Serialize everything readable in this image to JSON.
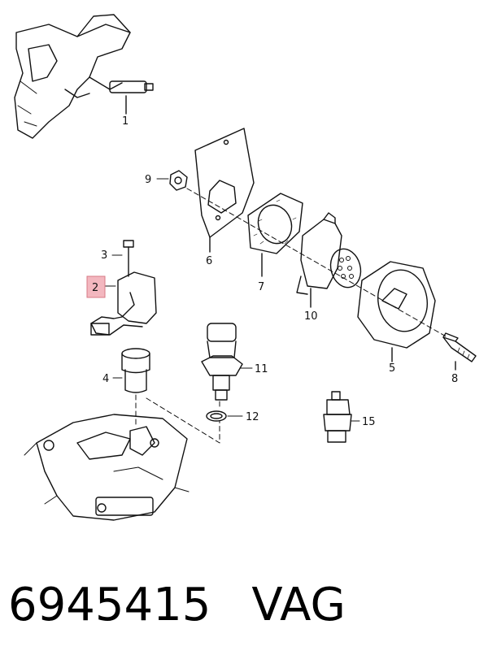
{
  "callouts": {
    "c1": "1",
    "c2": "2",
    "c3": "3",
    "c4": "4",
    "c5": "5",
    "c6": "6",
    "c7": "7",
    "c8": "8",
    "c9": "9",
    "c10": "10",
    "c11": "11",
    "c12": "12",
    "c15": "15"
  },
  "highlight_color": "#f3b7bf",
  "footer": {
    "part_code": "6945415",
    "brand": "VAG"
  }
}
